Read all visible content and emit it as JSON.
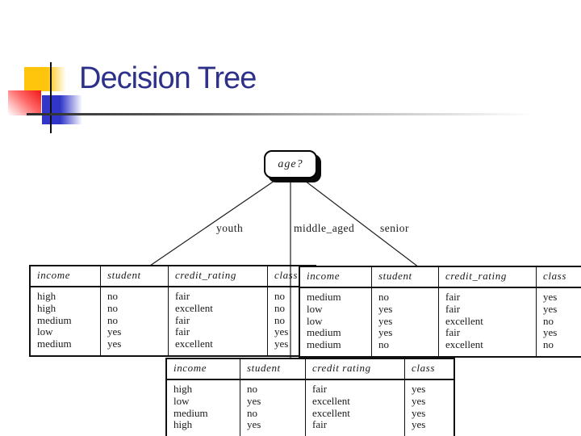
{
  "slide": {
    "title": "Decision Tree"
  },
  "tree": {
    "root_label": "age?",
    "branches": [
      "youth",
      "middle_aged",
      "senior"
    ]
  },
  "tables": {
    "left": {
      "branch": "youth",
      "headers": [
        "income",
        "student",
        "credit_rating",
        "class"
      ],
      "rows": [
        [
          "high",
          "no",
          "fair",
          "no"
        ],
        [
          "high",
          "no",
          "excellent",
          "no"
        ],
        [
          "medium",
          "no",
          "fair",
          "no"
        ],
        [
          "low",
          "yes",
          "fair",
          "yes"
        ],
        [
          "medium",
          "yes",
          "excellent",
          "yes"
        ]
      ]
    },
    "right": {
      "branch": "senior",
      "headers": [
        "income",
        "student",
        "credit_rating",
        "class"
      ],
      "rows": [
        [
          "medium",
          "no",
          "fair",
          "yes"
        ],
        [
          "low",
          "yes",
          "fair",
          "yes"
        ],
        [
          "low",
          "yes",
          "excellent",
          "no"
        ],
        [
          "medium",
          "yes",
          "fair",
          "yes"
        ],
        [
          "medium",
          "no",
          "excellent",
          "no"
        ]
      ]
    },
    "bottom": {
      "branch": "middle_aged",
      "headers": [
        "income",
        "student",
        "credit rating",
        "class"
      ],
      "rows": [
        [
          "high",
          "no",
          "fair",
          "yes"
        ],
        [
          "low",
          "yes",
          "excellent",
          "yes"
        ],
        [
          "medium",
          "no",
          "excellent",
          "yes"
        ],
        [
          "high",
          "yes",
          "fair",
          "yes"
        ]
      ]
    }
  },
  "colors": {
    "title_text": "#2d3189",
    "decor_yellow": "#ffc40c",
    "decor_red": "#f21f1f",
    "decor_blue": "#3135c8",
    "diagram_ink": "#1b1b1b"
  }
}
